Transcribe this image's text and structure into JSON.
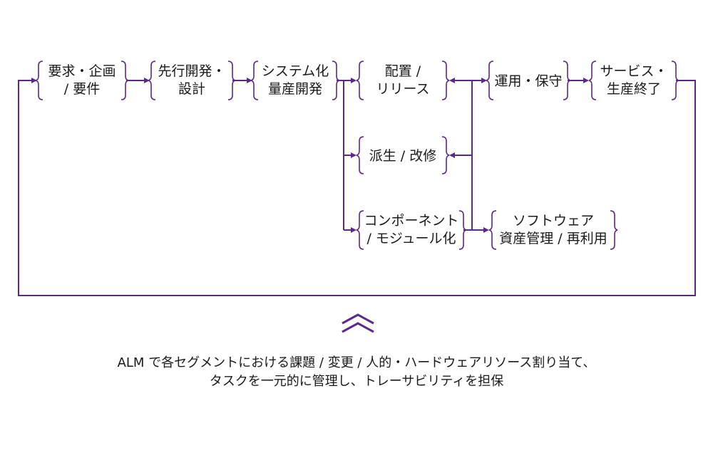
{
  "nodes": [
    {
      "id": "req",
      "lines": [
        "要求・企画",
        "/ 要件"
      ]
    },
    {
      "id": "dev",
      "lines": [
        "先行開発・",
        "設計"
      ]
    },
    {
      "id": "sys",
      "lines": [
        "システム化",
        "量産開発"
      ]
    },
    {
      "id": "dep",
      "lines": [
        "配置 /",
        "リリース"
      ]
    },
    {
      "id": "ops",
      "lines": [
        "運用・保守"
      ]
    },
    {
      "id": "eol",
      "lines": [
        "サービス・",
        "生産終了"
      ]
    },
    {
      "id": "der",
      "lines": [
        "派生 / 改修"
      ]
    },
    {
      "id": "cmp",
      "lines": [
        "コンポーネント",
        "/ モジュール化"
      ]
    },
    {
      "id": "sw",
      "lines": [
        "ソフトウェア",
        "資産管理 / 再利用"
      ]
    }
  ],
  "caption": {
    "line1": "ALM で各セグメントにおける課題 / 変更 / 人的・ハードウェアリソース割り当て、",
    "line2": "タスクを一元的に管理し、トレーサビリティを担保"
  },
  "colors": {
    "accent": "#5b2a86",
    "text": "#1a1a1a"
  }
}
